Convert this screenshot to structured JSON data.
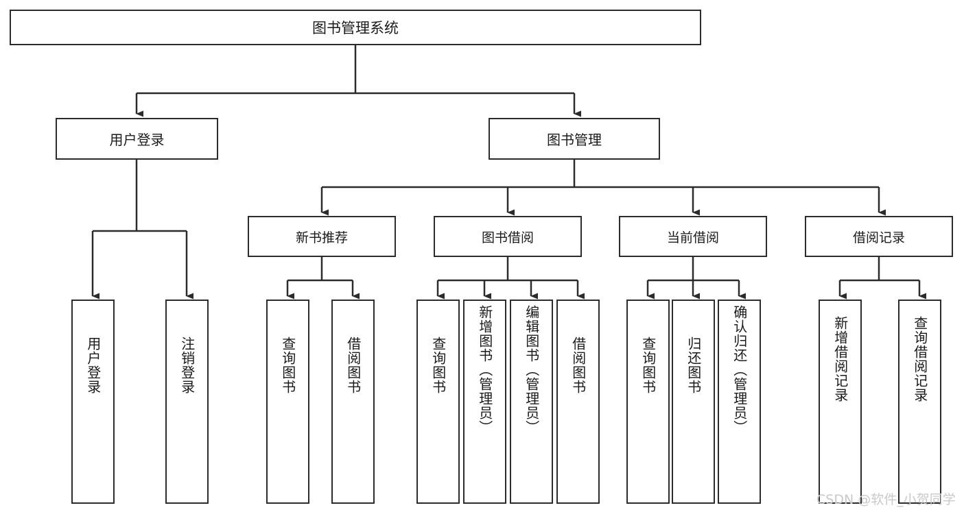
{
  "diagram": {
    "type": "hierarchy-tree",
    "title": "图书管理系统",
    "watermark": "CSDN @软件_小贺同学",
    "colors": {
      "stroke": "#2b2b2b",
      "fill": "#ffffff",
      "text": "#1a1a1a",
      "watermark": "#c9c9c9"
    },
    "nodes": {
      "root": {
        "label": "图书管理系统"
      },
      "level1": [
        {
          "label": "用户登录"
        },
        {
          "label": "图书管理"
        }
      ],
      "level2": [
        {
          "label": "新书推荐"
        },
        {
          "label": "图书借阅"
        },
        {
          "label": "当前借阅"
        },
        {
          "label": "借阅记录"
        }
      ],
      "leaves": {
        "user_login": [
          {
            "label": "用户登录"
          },
          {
            "label": "注销登录"
          }
        ],
        "new_book": [
          {
            "label": "查询图书"
          },
          {
            "label": "借阅图书"
          }
        ],
        "book_borrow": [
          {
            "label": "查询图书"
          },
          {
            "label": "新增图书（管理员）"
          },
          {
            "label": "编辑图书（管理员）"
          },
          {
            "label": "借阅图书"
          }
        ],
        "current_borrow": [
          {
            "label": "查询图书"
          },
          {
            "label": "归还图书"
          },
          {
            "label": "确认归还（管理员）"
          }
        ],
        "borrow_record": [
          {
            "label": "新增借阅记录"
          },
          {
            "label": "查询借阅记录"
          }
        ]
      }
    }
  }
}
